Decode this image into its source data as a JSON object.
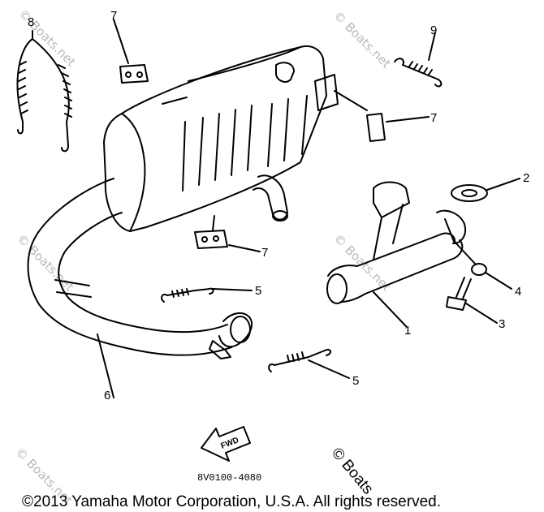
{
  "callouts": {
    "c1": "1",
    "c2": "2",
    "c3": "3",
    "c4": "4",
    "c5a": "5",
    "c5b": "5",
    "c6": "6",
    "c7a": "7",
    "c7b": "7",
    "c7c": "7",
    "c8": "8",
    "c9": "9"
  },
  "fwd_label": "FWD",
  "diagram_code": "8V0100-4080",
  "copyright": "©2013 Yamaha Motor Corporation, U.S.A. All rights reserved.",
  "watermark": "© Boats.net",
  "brand_mark": "© Boats"
}
